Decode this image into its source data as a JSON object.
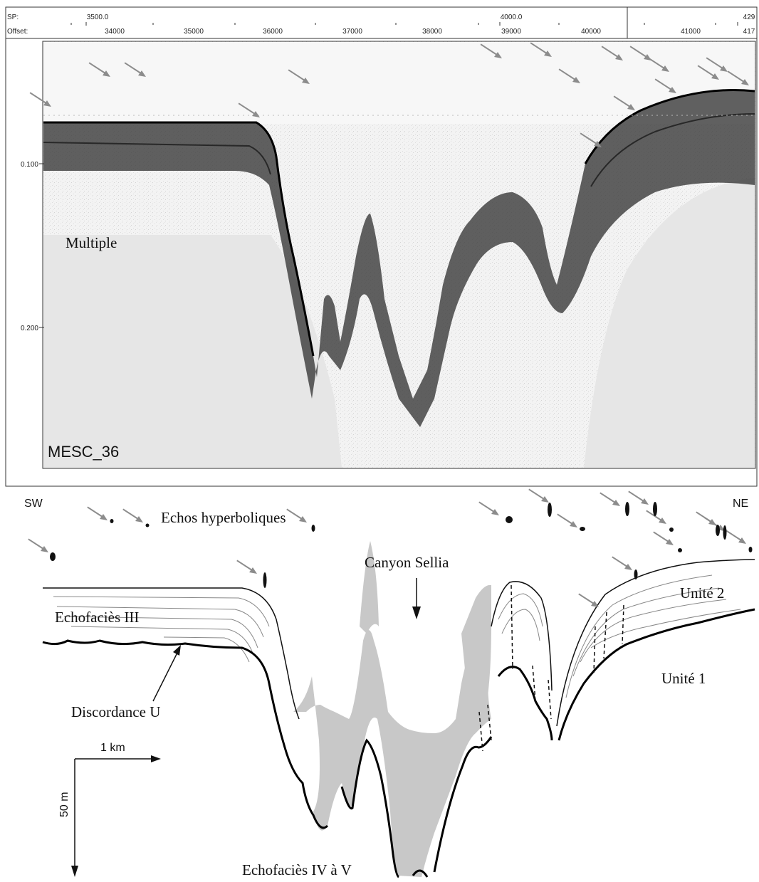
{
  "profile": {
    "sp_label": "SP:",
    "offset_label": "Offset:",
    "sp_ticks": [
      "3500.0",
      "4000.0",
      "429"
    ],
    "offset_ticks": [
      "34000",
      "35000",
      "36000",
      "37000",
      "38000",
      "39000",
      "40000",
      "41000",
      "417"
    ],
    "time_ticks": [
      "0.100",
      "0.200"
    ],
    "multiple_label": "Multiple",
    "line_id": "MESC_36"
  },
  "interpretation": {
    "orientation_left": "SW",
    "orientation_right": "NE",
    "echos_label": "Echos hyperboliques",
    "canyon_label": "Canyon Sellia",
    "echofacies_iii": "Echofaciès III",
    "discordance": "Discordance U",
    "unite_2": "Unité 2",
    "unite_1": "Unité 1",
    "echofacies_iv_v": "Echofaciès IV à V",
    "scale_horizontal": "1 km",
    "scale_vertical": "50 m"
  },
  "colors": {
    "fill_gray": "#c8c8c8",
    "arrow_gray": "#8c8c8c",
    "ink": "#111111"
  }
}
